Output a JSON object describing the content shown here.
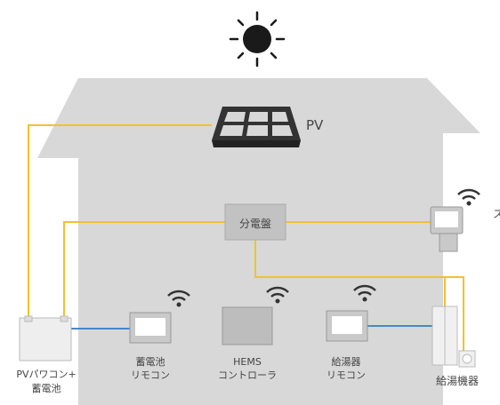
{
  "labels": {
    "pv": "PV",
    "distribution_board": "分電盤",
    "pv_power_conditioner_line1": "PVパワコン+",
    "pv_power_conditioner_line2": "蓄電池",
    "battery_remote_line1": "蓄電池",
    "battery_remote_line2": "リモコン",
    "hems_line1": "HEMS",
    "hems_line2": "コントローラ",
    "water_heater_remote_line1": "給湯器",
    "water_heater_remote_line2": "リモコン",
    "water_heater": "給湯機器",
    "cut_off_label": "ス"
  },
  "colors": {
    "house_gray": "#d8d8d8",
    "power_line": "#f2c12e",
    "comm_line": "#4a86c8",
    "device_gray": "#c9c9c9",
    "dark": "#333333",
    "sun": "#1a1a1a"
  },
  "icons": [
    "sun-icon",
    "solar-panel-icon",
    "wifi-icon"
  ]
}
